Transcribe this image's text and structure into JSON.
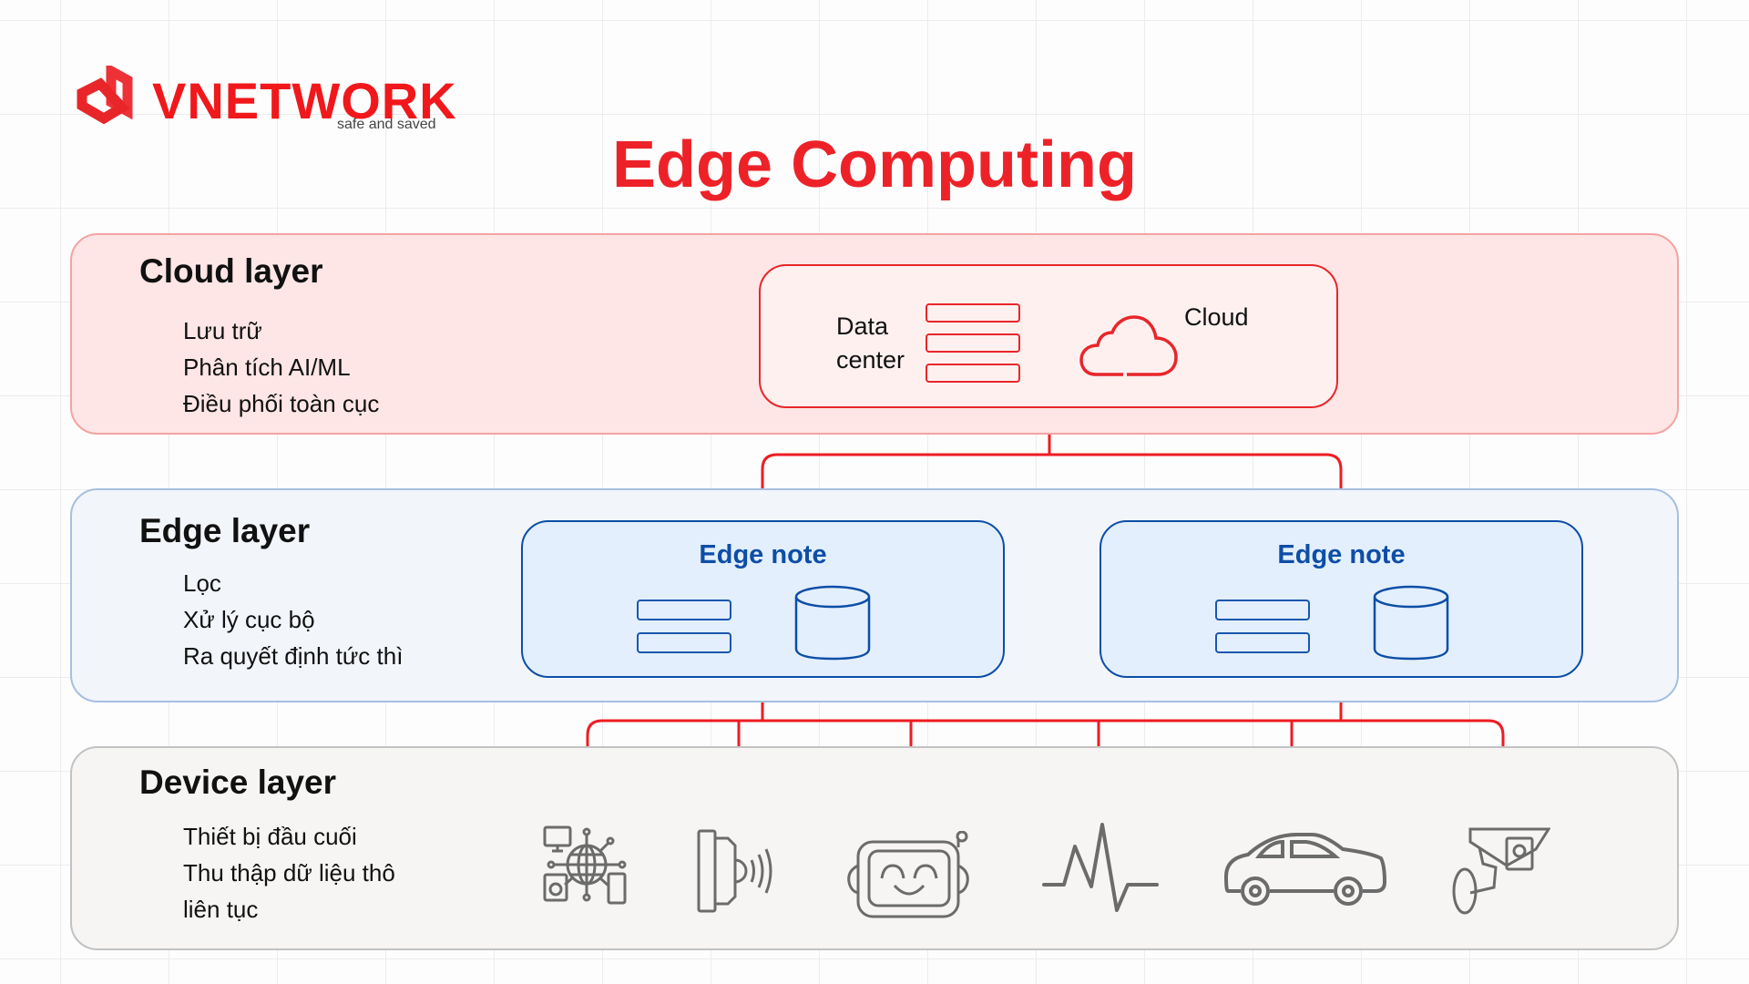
{
  "logo": {
    "brand": "VNETWORK",
    "tagline": "safe and saved"
  },
  "title": "Edge Computing",
  "colors": {
    "accent_red": "#ed2228",
    "edge_blue": "#0d4ea6",
    "icon_gray": "#6b6b6b"
  },
  "cloud_layer": {
    "title": "Cloud layer",
    "items": [
      "Lưu trữ",
      "Phân tích AI/ML",
      "Điều phối toàn cục"
    ],
    "data_center_label_1": "Data",
    "data_center_label_2": "center",
    "cloud_label": "Cloud"
  },
  "edge_layer": {
    "title": "Edge layer",
    "items": [
      "Lọc",
      "Xử lý cục bộ",
      "Ra quyết định tức thì"
    ],
    "nodes": [
      {
        "label": "Edge note"
      },
      {
        "label": "Edge note"
      }
    ]
  },
  "device_layer": {
    "title": "Device layer",
    "items": [
      "Thiết bị đầu cuối",
      "Thu thập dữ liệu thô",
      "liên tục"
    ],
    "devices": [
      {
        "icon": "iot-network-icon"
      },
      {
        "icon": "sensor-icon"
      },
      {
        "icon": "robot-icon"
      },
      {
        "icon": "pulse-icon"
      },
      {
        "icon": "car-icon"
      },
      {
        "icon": "security-camera-icon"
      }
    ]
  }
}
